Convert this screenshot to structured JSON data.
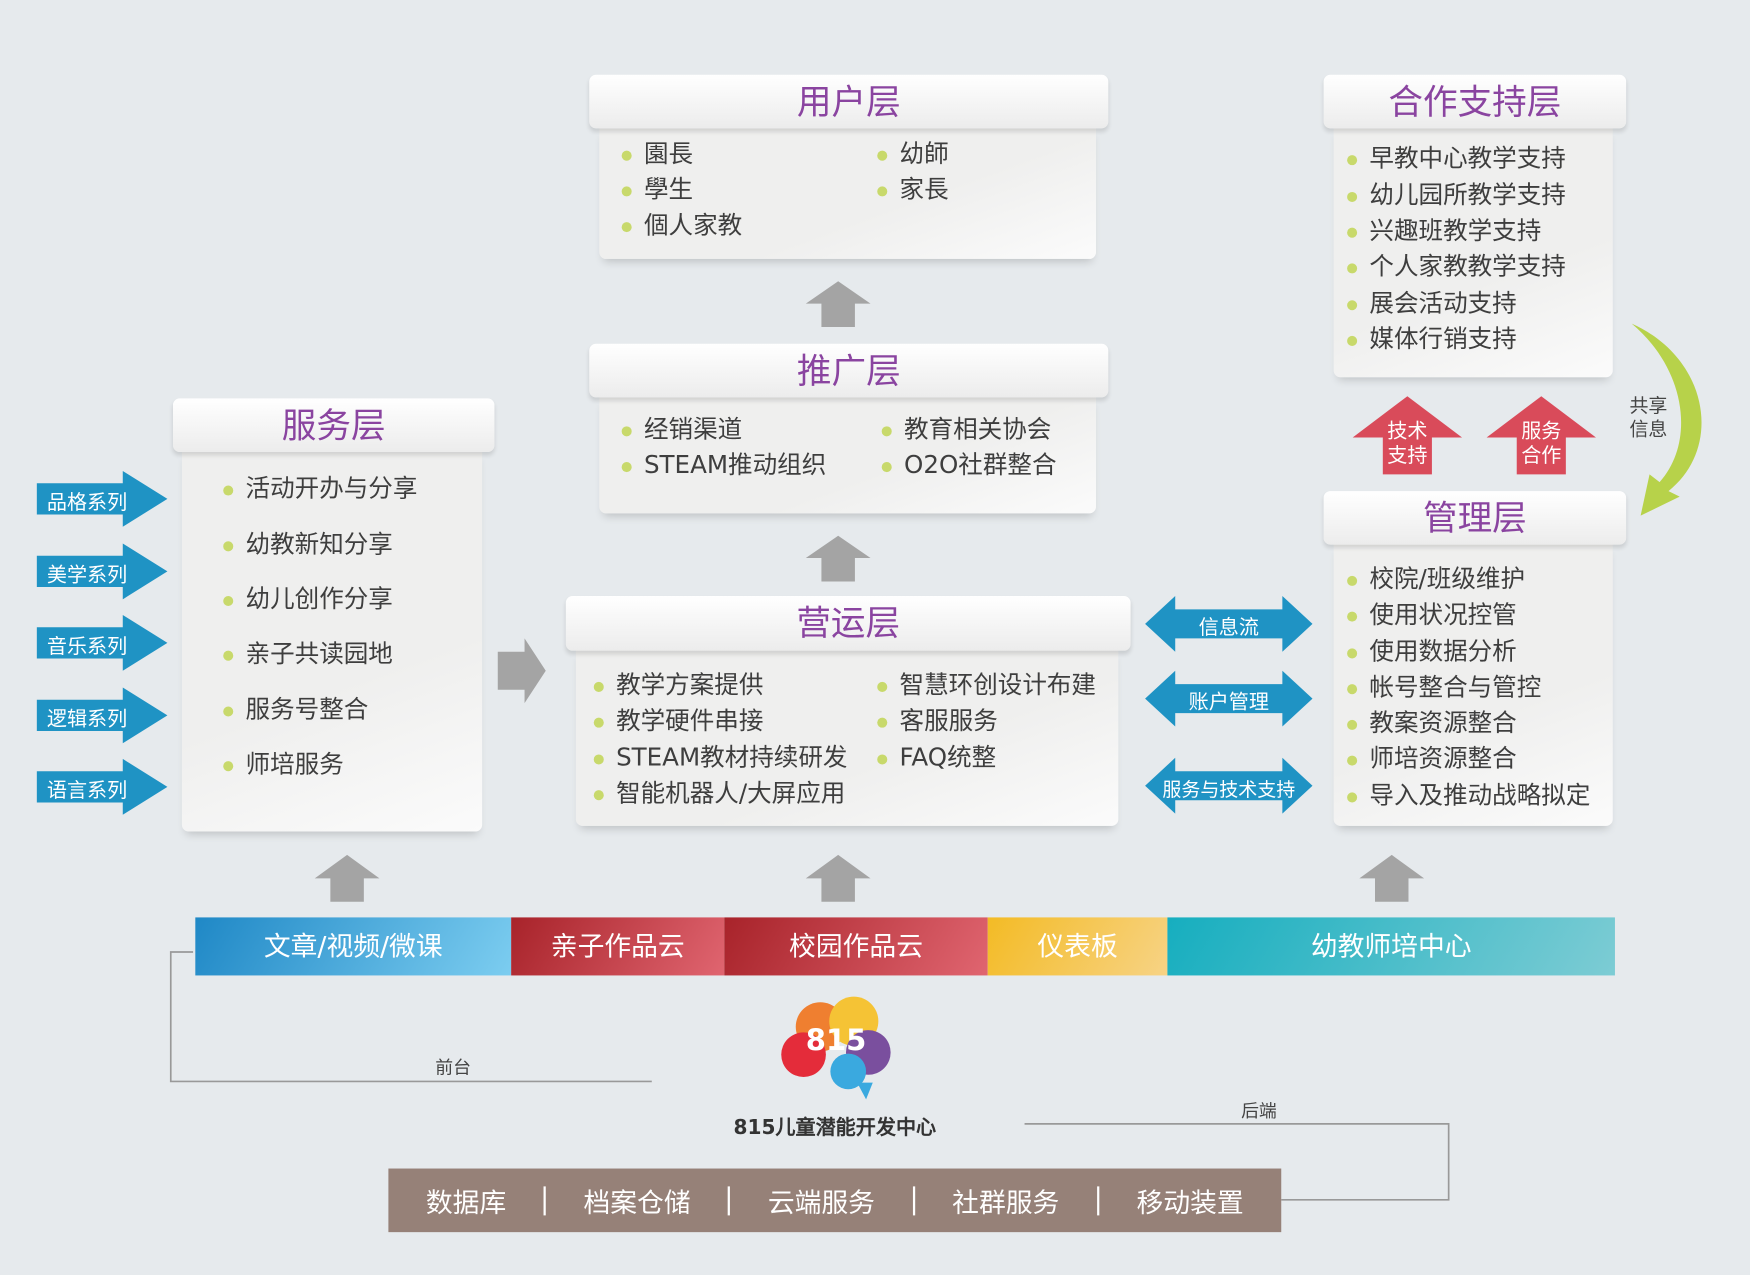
{
  "user_layer": {
    "title": "用户层",
    "items": [
      "園長",
      "幼師",
      "學生",
      "家長",
      "個人家教"
    ]
  },
  "promo_layer": {
    "title": "推广层",
    "items": [
      "经销渠道",
      "教育相关协会",
      "STEAM推动组织",
      "O2O社群整合"
    ]
  },
  "ops_layer": {
    "title": "营运层",
    "items": [
      "教学方案提供",
      "智慧环创设计布建",
      "教学硬件串接",
      "客服服务",
      "STEAM教材持续研发",
      "FAQ统整",
      "智能机器人/大屏应用"
    ]
  },
  "service_layer": {
    "title": "服务层",
    "items": [
      "活动开办与分享",
      "幼教新知分享",
      "幼儿创作分享",
      "亲子共读园地",
      "服务号整合",
      "师培服务"
    ]
  },
  "series": [
    "品格系列",
    "美学系列",
    "音乐系列",
    "逻辑系列",
    "语言系列"
  ],
  "coop_layer": {
    "title": "合作支持层",
    "items": [
      "早教中心教学支持",
      "幼儿园所教学支持",
      "兴趣班教学支持",
      "个人家教教学支持",
      "展会活动支持",
      "媒体行销支持"
    ]
  },
  "red_arrows": [
    "技术\n支持",
    "服务\n合作"
  ],
  "shared_info": "共享\n信息",
  "mgmt_layer": {
    "title": "管理层",
    "items": [
      "校院/班级维护",
      "使用状况控管",
      "使用数据分析",
      "帐号整合与管控",
      "教案资源整合",
      "师培资源整合",
      "导入及推动战略拟定"
    ]
  },
  "flows": [
    "信息流",
    "账户管理",
    "服务与技术支持"
  ],
  "products": [
    "文章/视频/微课",
    "亲子作品云",
    "校园作品云",
    "仪表板",
    "幼教师培中心"
  ],
  "front_label": "前台",
  "back_label": "后端",
  "logo": {
    "number": "815",
    "name": "815儿童潜能开发中心"
  },
  "backend": [
    "数据库",
    "档案仓储",
    "云端服务",
    "社群服务",
    "移动装置"
  ],
  "colors": {
    "title": "#8a44a0",
    "blue": "#1f93c4",
    "red": "#d94b5a",
    "bullet": "#c8d96b",
    "green": "#b7d24a",
    "brown": "#968178",
    "gray": "#a4a4a4"
  }
}
